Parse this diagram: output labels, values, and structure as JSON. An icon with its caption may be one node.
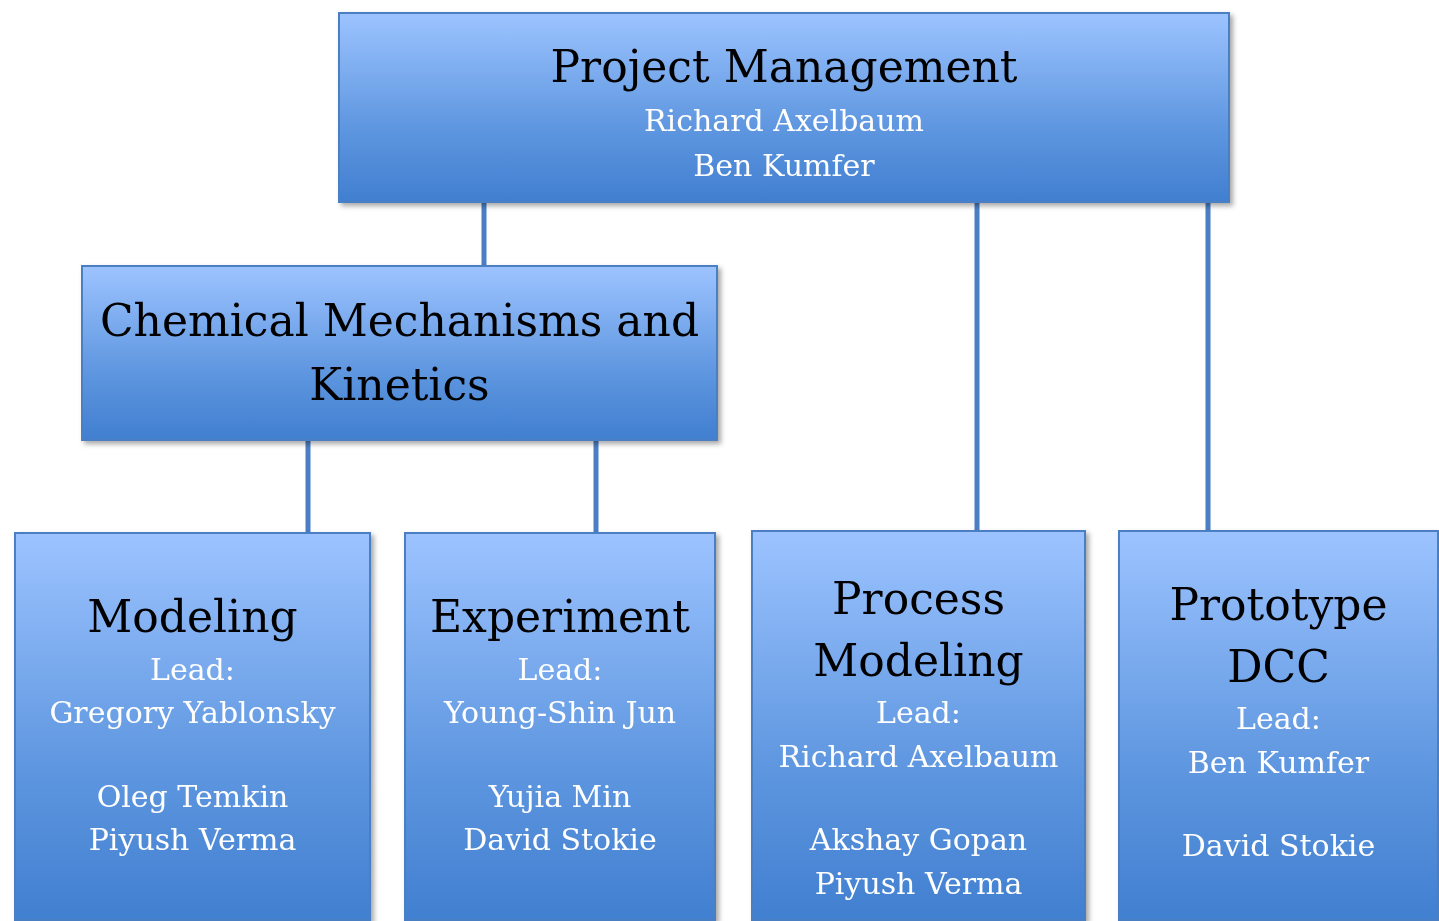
{
  "diagram": {
    "nodes": [
      {
        "text": [
          "Project Management",
          "Richard Axelbaum",
          "Ben Kumfer"
        ]
      },
      {
        "text": [
          "Chemical Mechanisms and Kinetics"
        ]
      },
      {
        "text": [
          "Modeling",
          "Lead:",
          "Gregory Yablonsky",
          "Oleg Temkin",
          "Piyush Verma"
        ]
      },
      {
        "text": [
          "Experiment",
          "Lead:",
          "Young-Shin Jun",
          "Yujia Min",
          "David Stokie"
        ]
      },
      {
        "text": [
          "Process Modeling",
          "Lead:",
          "Richard Axelbaum",
          "Akshay Gopan",
          "Piyush Verma"
        ]
      },
      {
        "text": [
          "Prototype DCC",
          "Lead:",
          "Ben Kumfer",
          "David Stokie"
        ]
      }
    ],
    "edges": [
      {
        "from": 0,
        "to": 1,
        "arrow": "none"
      },
      {
        "from": 1,
        "to": 2,
        "arrow": "none"
      },
      {
        "from": 1,
        "to": 3,
        "arrow": "none"
      },
      {
        "from": 0,
        "to": 4,
        "arrow": "none"
      },
      {
        "from": 0,
        "to": 5,
        "arrow": "none"
      }
    ]
  }
}
